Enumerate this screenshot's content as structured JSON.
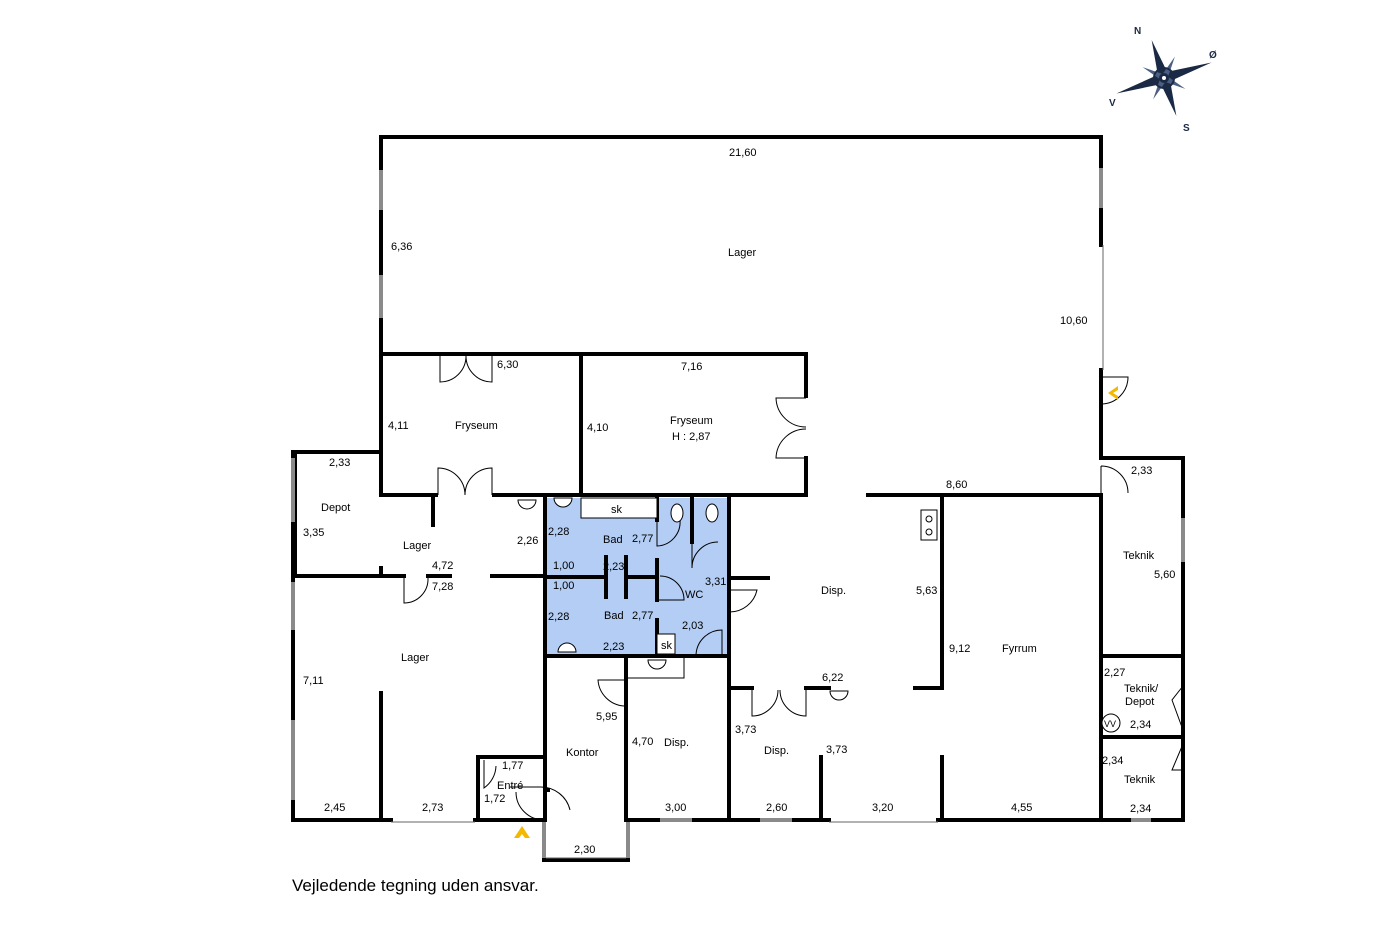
{
  "caption": "Vejledende tegning uden ansvar.",
  "compass": {
    "n": "N",
    "e": "Ø",
    "s": "S",
    "w": "V"
  },
  "colors": {
    "wall": "#000000",
    "wet_room": "#b3cdf5",
    "window": "#bfbfbf",
    "arrow": "#f5b800",
    "compass": "#1b2a44"
  },
  "rooms": {
    "lager_main": "Lager",
    "fryseum_left": "Fryseum",
    "fryseum_right": "Fryseum",
    "fryseum_right_height": "H : 2,87",
    "depot": "Depot",
    "lager_mid": "Lager",
    "lager_left": "Lager",
    "bad_top": "Bad",
    "bad_bottom": "Bad",
    "wc": "WC",
    "sk_top": "sk",
    "sk_bottom": "sk",
    "disp_center": "Disp.",
    "fyrrum": "Fyrrum",
    "teknik_top": "Teknik",
    "teknik_depot_1": "Teknik/",
    "teknik_depot_2": "Depot",
    "vv": "VV",
    "teknik_bottom": "Teknik",
    "kontor": "Kontor",
    "disp_kontor": "Disp.",
    "disp_lower": "Disp.",
    "entre": "Entré"
  },
  "dims": {
    "top_width": "21,60",
    "left_636": "6,36",
    "right_1060": "10,60",
    "fry_l_630": "6,30",
    "fry_r_716": "7,16",
    "fry_l_411": "4,11",
    "fry_r_410": "4,10",
    "depot_233": "2,33",
    "depot_335": "3,35",
    "lager_472": "4,72",
    "lager_728": "7,28",
    "d_226": "2,26",
    "d_860": "8,60",
    "tek_233": "2,33",
    "tek_560": "5,60",
    "bad_228a": "2,28",
    "bad_277a": "2,77",
    "bad_100a": "1,00",
    "bad_223a": "2,23",
    "bad_100b": "1,00",
    "bad_228b": "2,28",
    "bad_277b": "2,77",
    "bad_223b": "2,23",
    "wc_331": "3,31",
    "wc_203": "2,03",
    "disp_563": "5,63",
    "fyr_912": "9,12",
    "disp_622": "6,22",
    "td_227": "2,27",
    "td_234": "2,34",
    "tb_234a": "2,34",
    "tb_234b": "2,34",
    "lag_711": "7,11",
    "lag_245": "2,45",
    "lag_273": "2,73",
    "ent_177": "1,77",
    "ent_172": "1,72",
    "kon_595": "5,95",
    "kon_230": "2,30",
    "dk_470": "4,70",
    "dk_300": "3,00",
    "dl_373a": "3,73",
    "dl_373b": "3,73",
    "dl_260": "2,60",
    "dl_320": "3,20",
    "fyr_455": "4,55"
  }
}
